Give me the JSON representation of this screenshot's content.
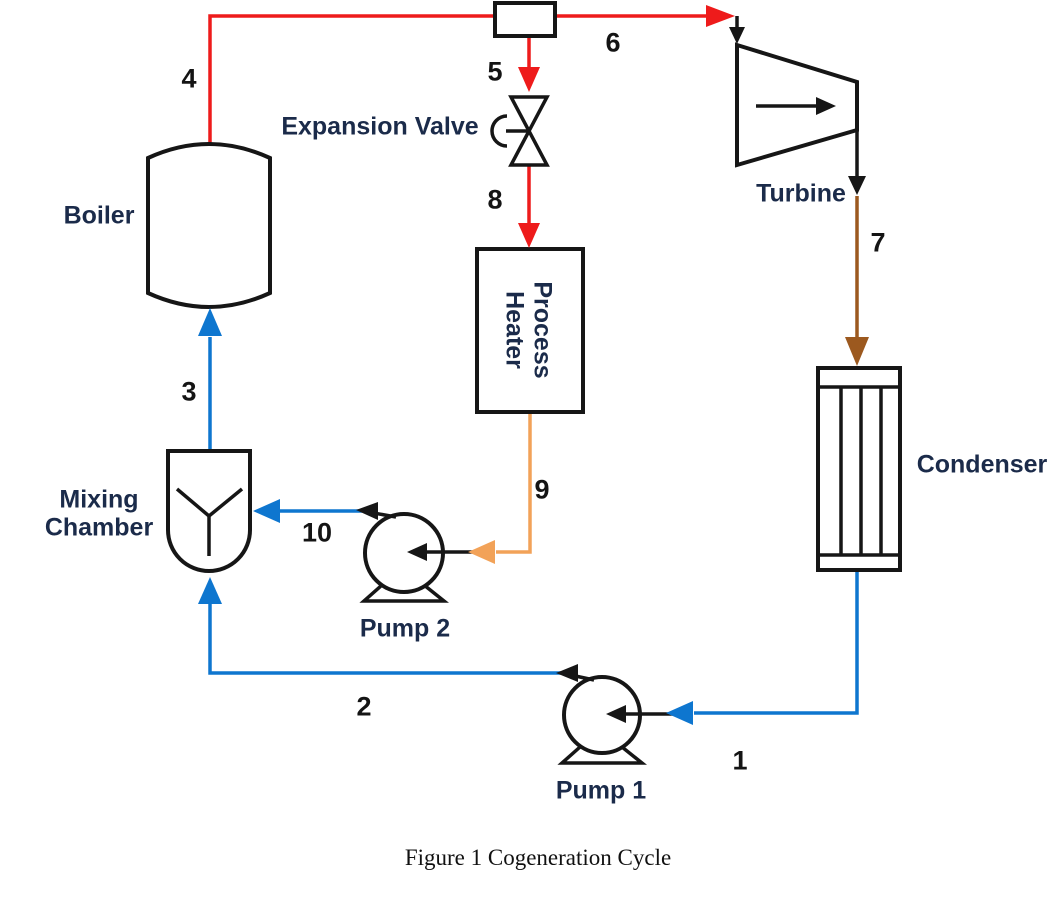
{
  "figure_caption": "Figure 1 Cogeneration Cycle",
  "components": {
    "boiler": {
      "label": "Boiler"
    },
    "expansion_valve": {
      "label": "Expansion Valve"
    },
    "turbine": {
      "label": "Turbine"
    },
    "condenser": {
      "label": "Condenser"
    },
    "process_heater": {
      "line1": "Process",
      "line2": "Heater"
    },
    "mixing_chamber": {
      "line1": "Mixing",
      "line2": "Chamber"
    },
    "pump_1": {
      "label": "Pump 1"
    },
    "pump_2": {
      "label": "Pump 2"
    }
  },
  "state_points": {
    "p1": "1",
    "p2": "2",
    "p3": "3",
    "p4": "4",
    "p5": "5",
    "p6": "6",
    "p7": "7",
    "p8": "8",
    "p9": "9",
    "p10": "10"
  },
  "colors": {
    "steam_red": "#ee1b1b",
    "water_blue": "#0e76cf",
    "process_orange": "#f2a258",
    "exhaust_brown": "#9c591f",
    "component_black": "#161616",
    "label_color": "#1b2b4a",
    "number_color": "#141414"
  }
}
